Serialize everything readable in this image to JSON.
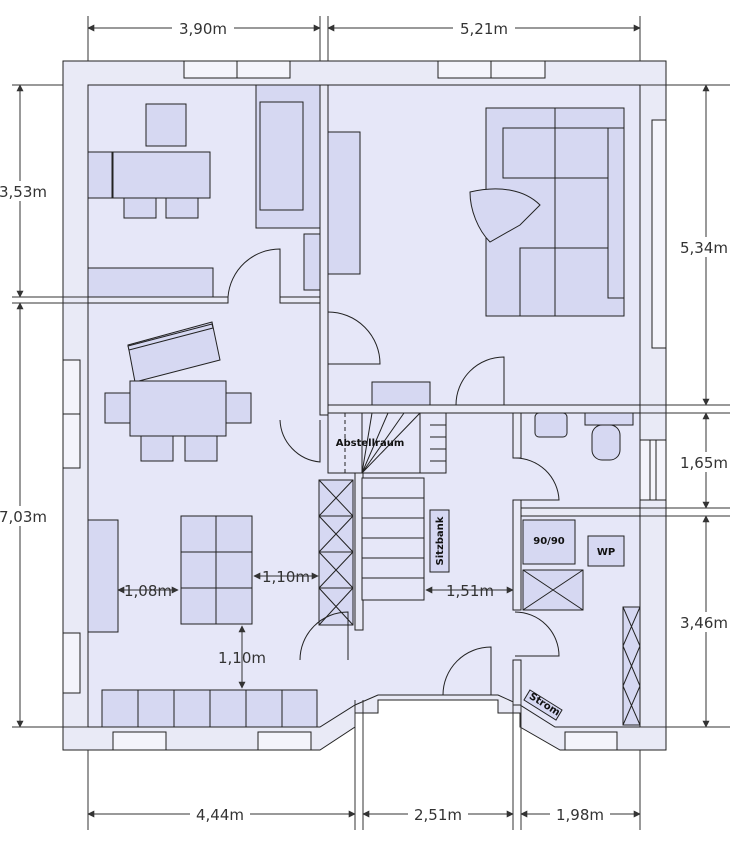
{
  "colors": {
    "floor": "#e6e7f8",
    "wall": "#e9eaf6",
    "furniture": "#d6d8f2",
    "line": "#222222",
    "dimension": "#333333"
  },
  "dimensions": {
    "top_left": "3,90m",
    "top_right": "5,21m",
    "left_upper": "3,53m",
    "left_lower": "7,03m",
    "right_upper": "5,34m",
    "right_middle": "1,65m",
    "right_lower": "3,46m",
    "bottom_left": "4,44m",
    "bottom_middle": "2,51m",
    "bottom_right": "1,98m",
    "inner_table_left": "1,08m",
    "inner_table_right": "1,10m",
    "inner_table_bottom": "1,10m",
    "inner_hall": "1,51m"
  },
  "labels": {
    "storage": "Abstellraum",
    "bench": "Sitzbank",
    "unit_9090": "90/90",
    "wp": "WP",
    "strom": "Strom"
  },
  "icons": [
    "arrow-icon"
  ]
}
